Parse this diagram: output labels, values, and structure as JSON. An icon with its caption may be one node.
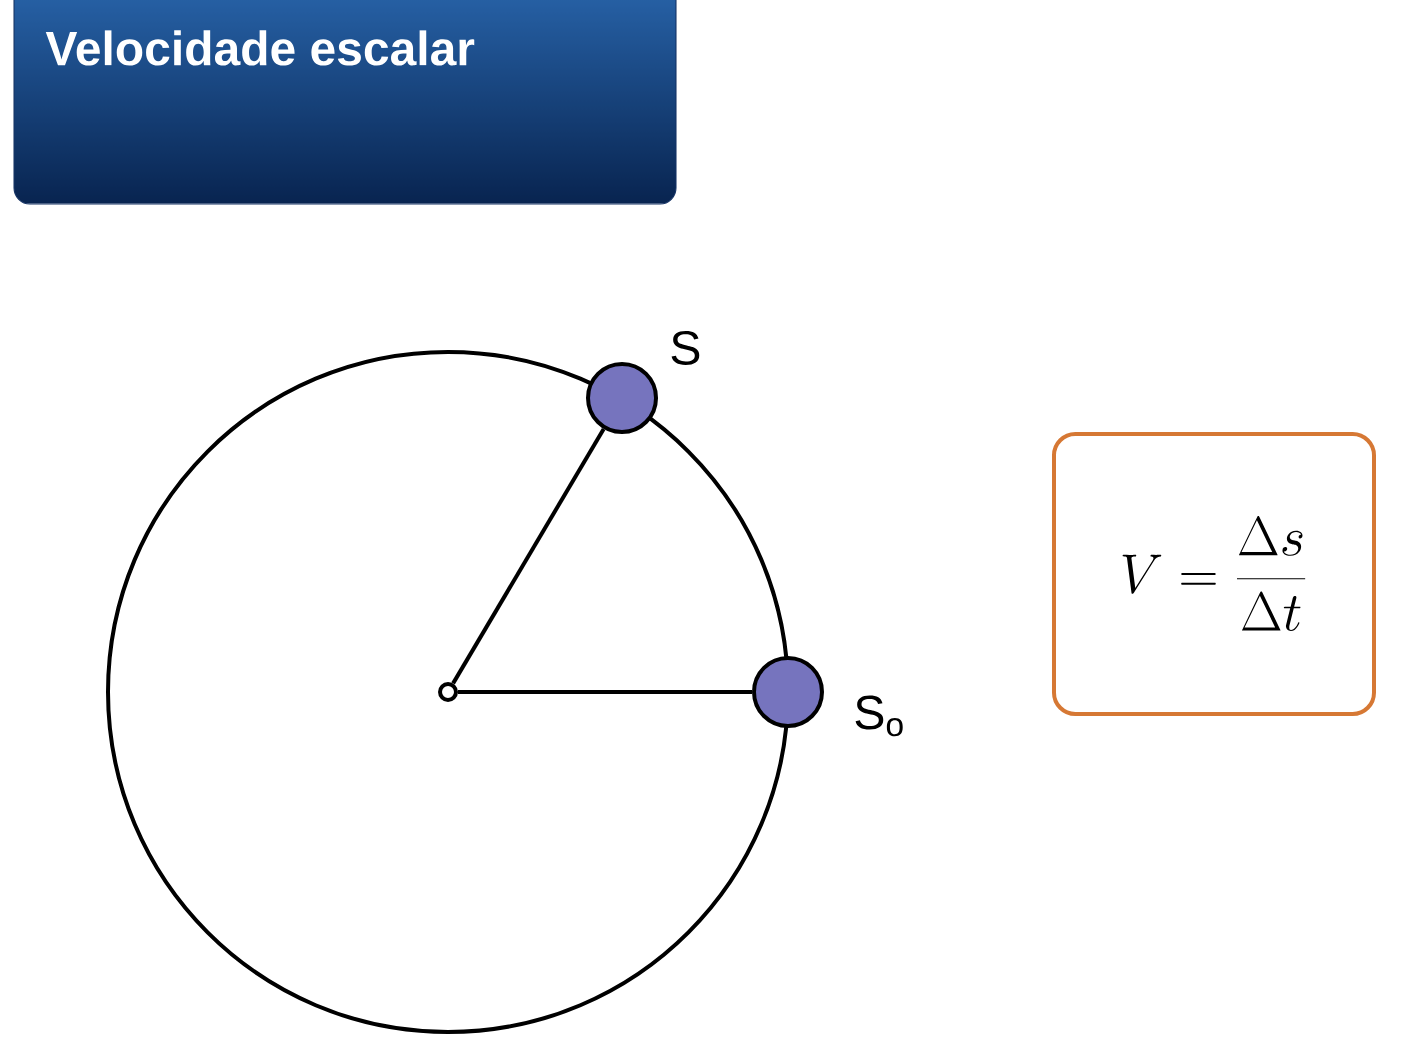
{
  "diagram": {
    "title": "Velocidade escalar",
    "nodes": [
      {
        "text": [],
        "shape": "circle"
      },
      {
        "text": [],
        "shape": "circle",
        "beside": [
          "S"
        ]
      },
      {
        "text": [],
        "shape": "circle",
        "beside": [
          "S$_{o}$"
        ]
      },
      {
        "text": [
          "V = \\frac{\\Delta s}{\\Delta t}"
        ]
      }
    ],
    "edges": [
      {
        "from": 0,
        "to": 1,
        "arrow": "none"
      },
      {
        "from": 0,
        "to": 2,
        "arrow": "none"
      }
    ]
  }
}
